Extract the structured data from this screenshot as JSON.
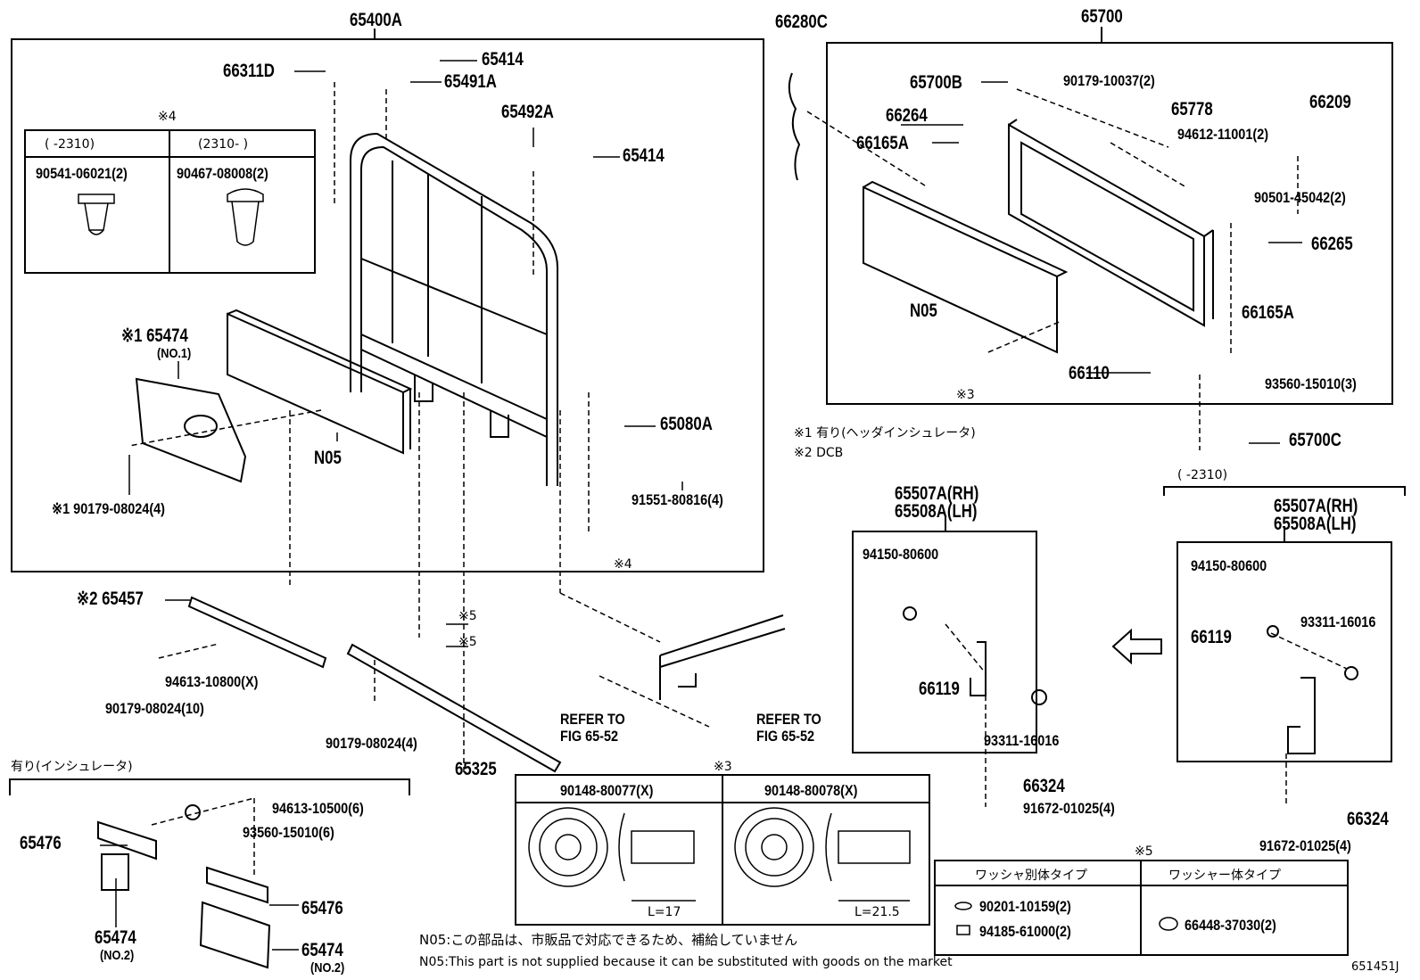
{
  "labels": {
    "g65400A": "65400A",
    "g66280C": "66280C",
    "g65700": "65700",
    "p66311D": "66311D",
    "p65414a": "65414",
    "p65491A": "65491A",
    "p65492A": "65492A",
    "p65414b": "65414",
    "note4": "※4",
    "p65474no1": "※1 65474",
    "no1": "(NO.1)",
    "p90179_08024_4a": "※1 90179-08024(4)",
    "pN05a": "N05",
    "p65080A": "65080A",
    "p91551": "91551-80816(4)",
    "mark4": "※4",
    "p65700B": "65700B",
    "p90179_10037": "90179-10037(2)",
    "p65778": "65778",
    "p66209": "66209",
    "p66264": "66264",
    "p66165Aa": "66165A",
    "p94612": "94612-11001(2)",
    "p90501": "90501-45042(2)",
    "p66265": "66265",
    "pN05b": "N05",
    "p66165Ab": "66165A",
    "p66110": "66110",
    "mark3": "※3",
    "p93560_3": "93560-15010(3)",
    "p65700C": "65700C",
    "p65457": "※2 65457",
    "p94613_10800": "94613-10800(X)",
    "p90179_10": "90179-08024(10)",
    "mark5a": "※5",
    "mark5b": "※5",
    "p90179_4b": "90179-08024(4)",
    "p65325": "65325",
    "refer1": "REFER TO",
    "fig1": "FIG 65-52",
    "refer2": "REFER TO",
    "fig2": "FIG 65-52",
    "p65507a": "65507A(RH)",
    "p65508a": "65508A(LH)",
    "p65507b": "65507A(RH)",
    "p65508b": "65508A(LH)",
    "range2310": "(     -2310)",
    "p94150a": "94150-80600",
    "p66119a": "66119",
    "p93311a": "93311-16016",
    "p66324a": "66324",
    "p91672a": "91672-01025(4)",
    "p94150b": "94150-80600",
    "p66119b": "66119",
    "p93311b": "93311-16016",
    "p66324b": "66324",
    "p91672b": "91672-01025(4)",
    "p94613_10500": "94613-10500(6)",
    "p93560_6": "93560-15010(6)",
    "p65476a": "65476",
    "p65476b": "65476",
    "p65474no2a": "65474",
    "no2a": "(NO.2)",
    "p65474no2b": "65474",
    "no2b": "(NO.2)",
    "mark3b": "※3",
    "mark5c": "※5",
    "diagram_id": "651451J"
  },
  "notes": {
    "n1": "※1  有り(ヘッダインシュレータ)",
    "n2": "※2  DCB",
    "insulator": "有り(インシュレータ)",
    "n05_jp": "N05:この部品は、市販品で対応できるため、補給していません",
    "n05_en": "N05:This part is not supplied because it can be substituted with goods on the market"
  },
  "table4": {
    "col1": "(     -2310)",
    "col2": "(2310-     )",
    "part1": "90541-06021(2)",
    "part2": "90467-08008(2)"
  },
  "table3": {
    "col1": "90148-80077(X)",
    "col2": "90148-80078(X)",
    "len1": "L=17",
    "len2": "L=21.5"
  },
  "table5": {
    "col1": "ワッシャ別体タイプ",
    "col2": "ワッシャー体タイプ",
    "part1": "90201-10159(2)",
    "part2": "94185-61000(2)",
    "part3": "66448-37030(2)"
  }
}
